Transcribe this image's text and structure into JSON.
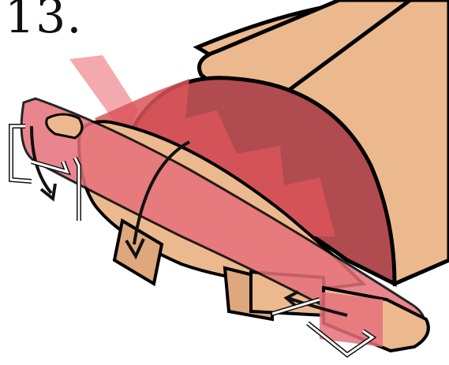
{
  "step_label": "13.",
  "colors": {
    "skin": "#ecb98e",
    "skin_shade": "#dfa77c",
    "outline": "#000000",
    "maroon_fill": "#b04b4f",
    "red_fill": "#d9555a",
    "pink_fill": "#f3a0a5",
    "arrow": "#111111",
    "hook_outline": "#111111",
    "hook_fill": "#ffffff"
  },
  "icons": [
    "fold-down-arrow",
    "tuck-arrow",
    "bracket-hook"
  ]
}
